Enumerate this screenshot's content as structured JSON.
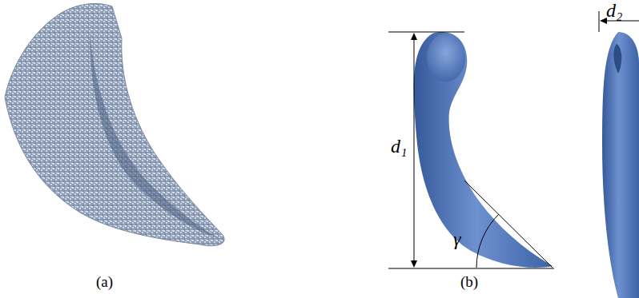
{
  "diagram": {
    "labels": [
      "d₁",
      "γ",
      "d₂",
      "(a)",
      "(b)"
    ]
  }
}
